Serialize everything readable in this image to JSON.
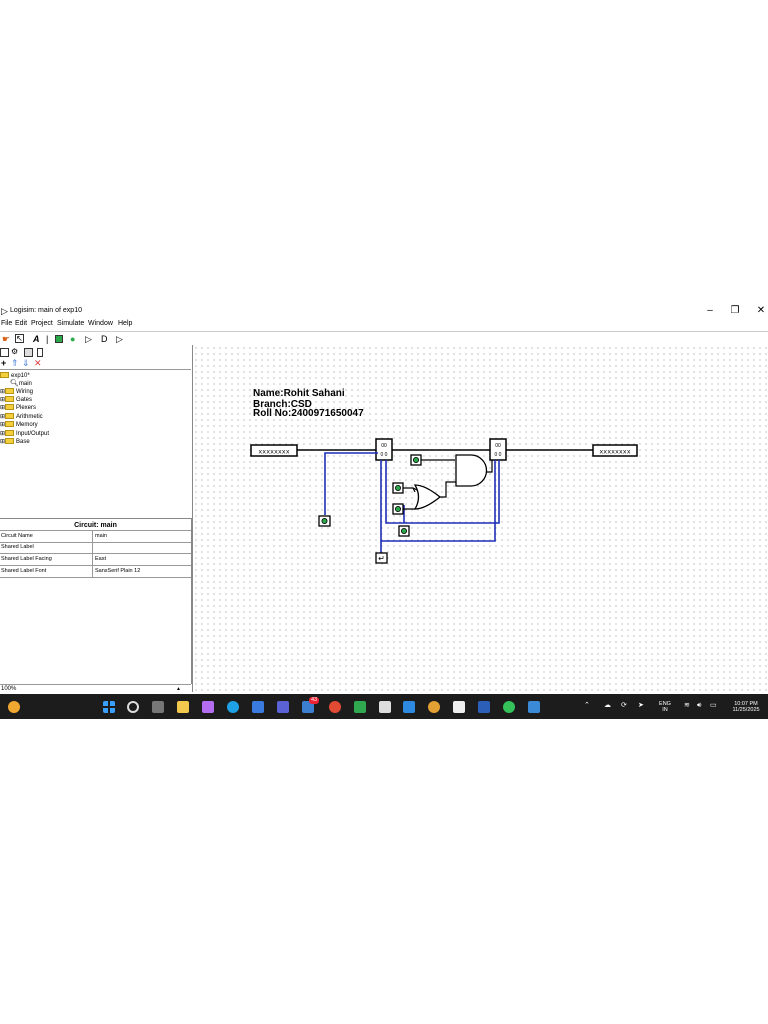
{
  "window": {
    "title": "Logisim: main of exp10"
  },
  "menu": [
    "File",
    "Edit",
    "Project",
    "Simulate",
    "Window",
    "Help"
  ],
  "explorer": {
    "root": "exp10*",
    "items": [
      "main",
      "Wiring",
      "Gates",
      "Plexers",
      "Arithmetic",
      "Memory",
      "Input/Output",
      "Base"
    ]
  },
  "attributes": {
    "header": "Circuit: main",
    "rows": [
      {
        "key": "Circuit Name",
        "value": "main"
      },
      {
        "key": "Shared Label",
        "value": ""
      },
      {
        "key": "Shared Label Facing",
        "value": "East"
      },
      {
        "key": "Shared Label Font",
        "value": "SansSerif Plain 12"
      }
    ]
  },
  "zoom": "100%",
  "canvas": {
    "label_name": "Name:Rohit Sahani",
    "label_branch": "Branch:CSD",
    "label_roll": "Roll No:2400971650047",
    "bus_left": "xxxxxxxx",
    "bus_right": "xxxxxxxx",
    "splitter_text": "00",
    "clock_label": "↵"
  },
  "taskbar": {
    "lang_top": "ENG",
    "lang_bottom": "IN",
    "time": "10:07 PM",
    "date": "11/25/2025",
    "badge_1": "43",
    "colors": {
      "bg": "#1c1c1c"
    }
  }
}
